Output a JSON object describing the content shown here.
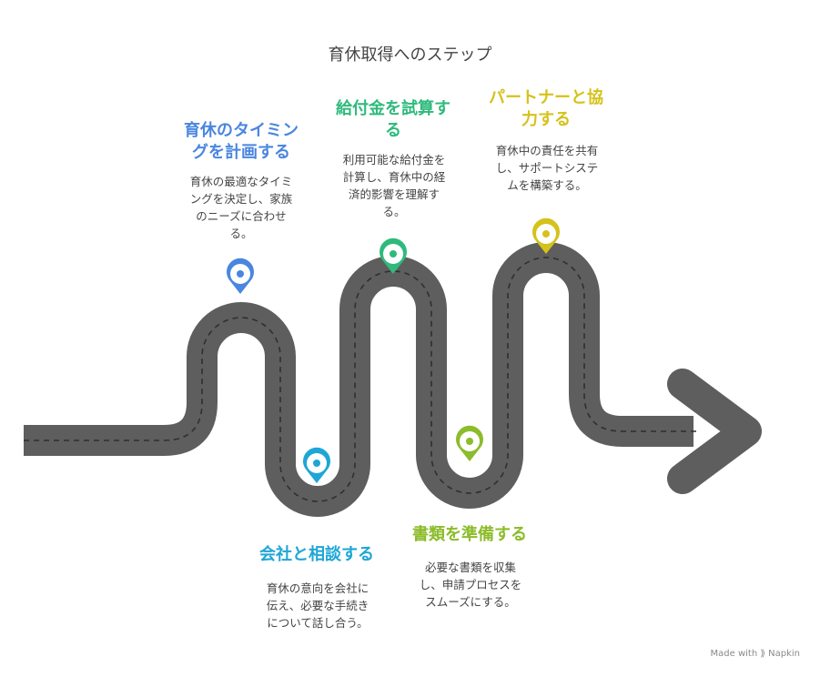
{
  "title": "育休取得へのステップ",
  "colors": {
    "road": "#5e5e5e",
    "road_dash": "#2f2f2f",
    "blue": "#4a86e0",
    "cyan": "#1ea6d6",
    "green": "#2fba7c",
    "lime": "#8cbc2b",
    "yellow": "#d5c21a"
  },
  "steps": [
    {
      "id": "plan",
      "title_lines": [
        "育休のタイミン",
        "グを計画する"
      ],
      "desc_lines": [
        "育休の最適なタイミ",
        "ングを決定し、家族",
        "のニーズに合わせ",
        "る。"
      ],
      "color": "blue",
      "marker_icon": "location-pin-icon"
    },
    {
      "id": "consult",
      "title_lines": [
        "会社と相談する"
      ],
      "desc_lines": [
        "育休の意向を会社に",
        "伝え、必要な手続き",
        "について話し合う。"
      ],
      "color": "cyan",
      "marker_icon": "location-pin-icon"
    },
    {
      "id": "calc",
      "title_lines": [
        "給付金を試算す",
        "る"
      ],
      "desc_lines": [
        "利用可能な給付金を",
        "計算し、育休中の経",
        "済的影響を理解す",
        "る。"
      ],
      "color": "green",
      "marker_icon": "location-pin-icon"
    },
    {
      "id": "docs",
      "title_lines": [
        "書類を準備する"
      ],
      "desc_lines": [
        "必要な書類を収集",
        "し、申請プロセスを",
        "スムーズにする。"
      ],
      "color": "lime",
      "marker_icon": "location-pin-icon"
    },
    {
      "id": "partner",
      "title_lines": [
        "パートナーと協",
        "力する"
      ],
      "desc_lines": [
        "育休中の責任を共有",
        "し、サポートシステ",
        "ムを構築する。"
      ],
      "color": "yellow",
      "marker_icon": "location-pin-icon"
    }
  ],
  "footer": {
    "made_with": "Made with",
    "brand": "Napkin",
    "brand_icon": "napkin-logo-icon"
  }
}
